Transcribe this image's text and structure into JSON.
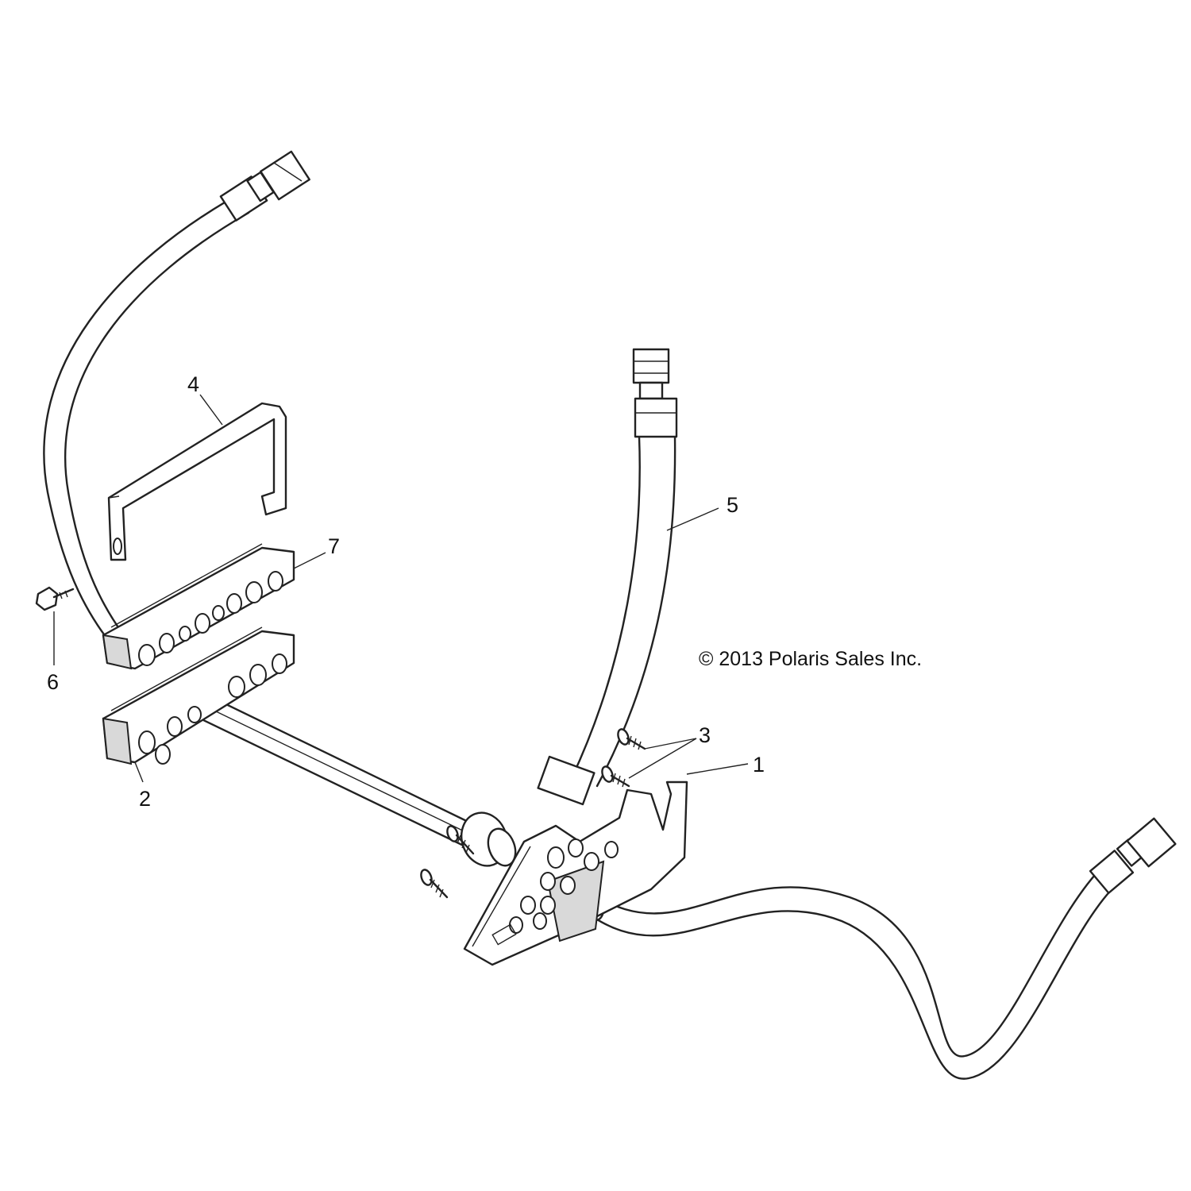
{
  "diagram": {
    "copyright": "© 2013 Polaris Sales Inc.",
    "callouts": {
      "c1": "1",
      "c2": "2",
      "c3": "3",
      "c4": "4",
      "c5": "5",
      "c6": "6",
      "c7": "7"
    }
  }
}
